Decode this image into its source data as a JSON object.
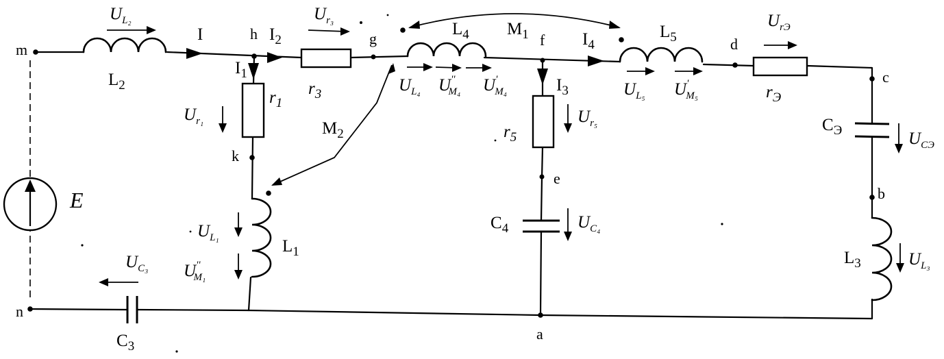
{
  "nodes": {
    "m": "m",
    "n": "n",
    "h": "h",
    "g": "g",
    "f": "f",
    "d": "d",
    "c": "c",
    "b": "b",
    "a": "a",
    "k": "k",
    "e": "e"
  },
  "components": {
    "L2": {
      "main": "L",
      "sub": "2"
    },
    "L1": {
      "main": "L",
      "sub": "1"
    },
    "L4": {
      "main": "L",
      "sub": "4"
    },
    "L5": {
      "main": "L",
      "sub": "5"
    },
    "L3": {
      "main": "L",
      "sub": "3"
    },
    "r1": {
      "main": "r",
      "sub": "1"
    },
    "r3": {
      "main": "r",
      "sub": "3"
    },
    "r5": {
      "main": "r",
      "sub": "5"
    },
    "rE": {
      "main": "r",
      "sub": "Э"
    },
    "C3": {
      "main": "C",
      "sub": "3"
    },
    "C4": {
      "main": "C",
      "sub": "4"
    },
    "CE": {
      "main": "C",
      "sub": "Э"
    },
    "E": "E"
  },
  "mutual": {
    "M1": {
      "main": "M",
      "sub": "1"
    },
    "M2": {
      "main": "M",
      "sub": "2"
    }
  },
  "currents": {
    "I": {
      "main": "I",
      "sub": ""
    },
    "I1": {
      "main": "I",
      "sub": "1"
    },
    "I2": {
      "main": "I",
      "sub": "2"
    },
    "I3": {
      "main": "I",
      "sub": "3"
    },
    "I4": {
      "main": "I",
      "sub": "4"
    }
  },
  "voltages": {
    "UL2": {
      "main": "U",
      "sub": "L₂"
    },
    "Ur3": {
      "main": "U",
      "sub": "r₃"
    },
    "Ur1": {
      "main": "U",
      "sub": "r₁"
    },
    "UL4": {
      "main": "U",
      "sub": "L₄"
    },
    "UM4a": {
      "main": "U",
      "sup": "''",
      "sub": "M₄"
    },
    "UM4b": {
      "main": "U",
      "sup": "'",
      "sub": "M₄"
    },
    "UL5": {
      "main": "U",
      "sub": "L₅"
    },
    "UM5": {
      "main": "U",
      "sup": "'",
      "sub": "M₅"
    },
    "UrE": {
      "main": "U",
      "sub": "rЭ"
    },
    "Ur5": {
      "main": "U",
      "sub": "r₅"
    },
    "UCE": {
      "main": "U",
      "sub": "CЭ"
    },
    "UC4": {
      "main": "U",
      "sub": "C₄"
    },
    "UL1": {
      "main": "U",
      "sub": "L₁"
    },
    "UM1": {
      "main": "U",
      "sup": "''",
      "sub": "M₁"
    },
    "UC3": {
      "main": "U",
      "sub": "C₃"
    },
    "UL3": {
      "main": "U",
      "sub": "L₃"
    }
  }
}
